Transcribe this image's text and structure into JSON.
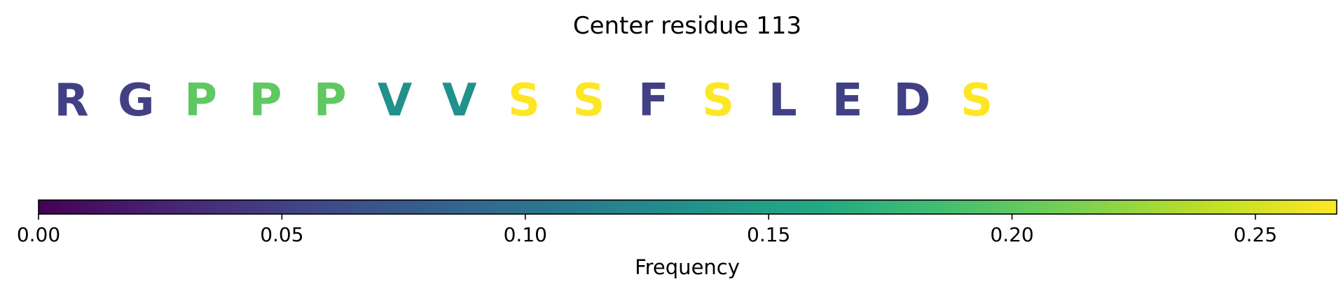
{
  "chart_data": {
    "type": "sequence-logo",
    "title": "Center residue 113",
    "residues": [
      {
        "letter": "R",
        "frequency": 0.05
      },
      {
        "letter": "G",
        "frequency": 0.05
      },
      {
        "letter": "P",
        "frequency": 0.2
      },
      {
        "letter": "P",
        "frequency": 0.2
      },
      {
        "letter": "P",
        "frequency": 0.2
      },
      {
        "letter": "V",
        "frequency": 0.133
      },
      {
        "letter": "V",
        "frequency": 0.133
      },
      {
        "letter": "S",
        "frequency": 0.267
      },
      {
        "letter": "S",
        "frequency": 0.267
      },
      {
        "letter": "F",
        "frequency": 0.05
      },
      {
        "letter": "S",
        "frequency": 0.267
      },
      {
        "letter": "L",
        "frequency": 0.05
      },
      {
        "letter": "E",
        "frequency": 0.05
      },
      {
        "letter": "D",
        "frequency": 0.05
      },
      {
        "letter": "S",
        "frequency": 0.267
      }
    ],
    "colorbar": {
      "label": "Frequency",
      "colormap": "viridis",
      "range": [
        0.0,
        0.2667
      ],
      "ticks": [
        0.0,
        0.05,
        0.1,
        0.15,
        0.2,
        0.25
      ],
      "tick_labels": [
        "0.00",
        "0.05",
        "0.10",
        "0.15",
        "0.20",
        "0.25"
      ]
    }
  }
}
